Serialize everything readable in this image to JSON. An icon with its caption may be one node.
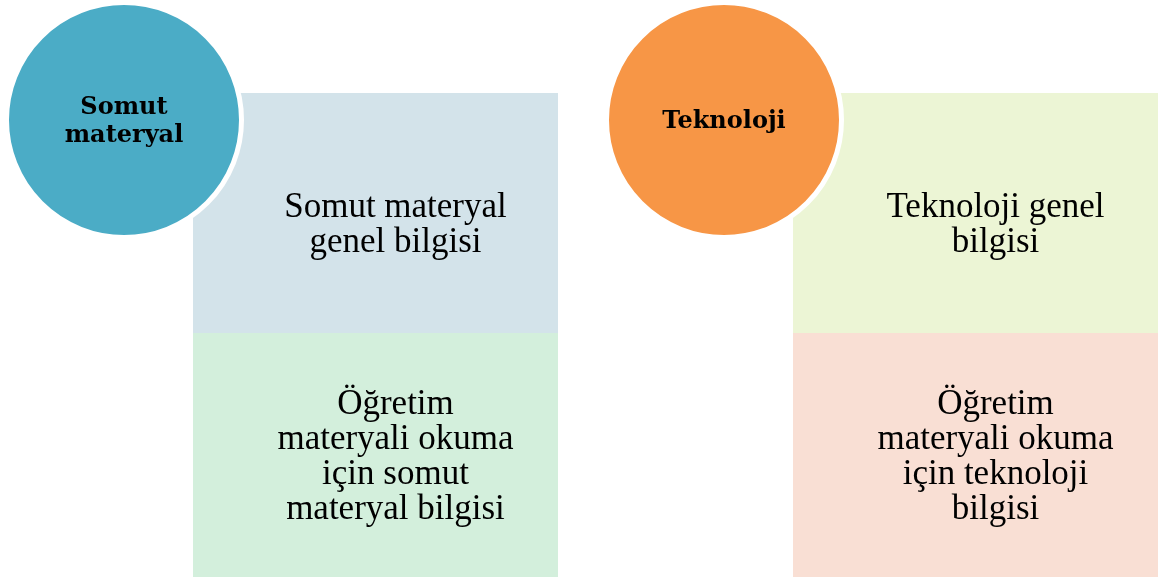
{
  "diagram": {
    "nodes": [
      {
        "text": [
          "Somut materyal"
        ]
      },
      {
        "text": [
          "Somut materyal genel bilgisi"
        ]
      },
      {
        "text": [
          "Öğretim materyali okuma için somut materyal bilgisi"
        ]
      },
      {
        "text": [
          "Teknoloji"
        ]
      },
      {
        "text": [
          "Teknoloji genel bilgisi"
        ]
      },
      {
        "text": [
          "Öğretim materyali okuma için teknoloji bilgisi"
        ]
      }
    ]
  }
}
